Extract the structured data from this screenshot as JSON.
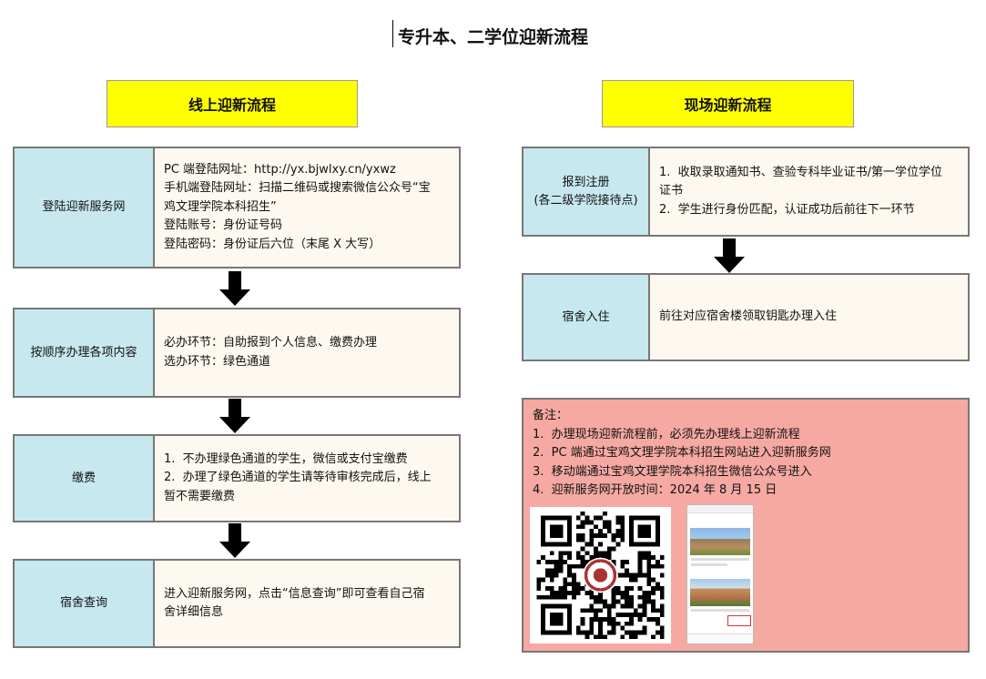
{
  "page": {
    "title": "专升本、二学位迎新流程"
  },
  "online": {
    "header": "线上迎新流程",
    "steps": [
      {
        "label": "登陆迎新服务网",
        "lines": [
          "PC 端登陆网址：http://yx.bjwlxy.cn/yxwz",
          "手机端登陆网址：扫描二维码或搜索微信公众号“宝",
          "鸡文理学院本科招生”",
          "登陆账号：身份证号码",
          "登陆密码：身份证后六位（末尾 X 大写）"
        ]
      },
      {
        "label": "按顺序办理各项内容",
        "lines": [
          "必办环节：自助报到个人信息、缴费办理",
          "选办环节：绿色通道"
        ]
      },
      {
        "label": "缴费",
        "lines": [
          "1.  不办理绿色通道的学生，微信或支付宝缴费",
          "2.  办理了绿色通道的学生请等待审核完成后，线上",
          "暂不需要缴费"
        ]
      },
      {
        "label": "宿舍查询",
        "lines": [
          "进入迎新服务网，点击“信息查询”即可查看自己宿",
          "舍详细信息"
        ]
      }
    ]
  },
  "onsite": {
    "header": "现场迎新流程",
    "steps": [
      {
        "label": "报到注册",
        "sublabel": "(各二级学院接待点)",
        "lines": [
          "1.  收取录取通知书、查验专科毕业证书/第一学位学位",
          "证书",
          "2.  学生进行身份匹配，认证成功后前往下一环节"
        ]
      },
      {
        "label": "宿舍入住",
        "lines": [
          "前往对应宿舍楼领取钥匙办理入住"
        ]
      }
    ]
  },
  "notes": {
    "title": "备注：",
    "lines": [
      "1.  办理现场迎新流程前，必须先办理线上迎新流程",
      "2.  PC 端通过宝鸡文理学院本科招生网站进入迎新服务网",
      "3.  移动端通过宝鸡文理学院本科招生微信公众号进入",
      "4.  迎新服务网开放时间：2024 年 8 月 15 日"
    ]
  },
  "colors": {
    "header_bg": "#ffff00",
    "label_bg": "#c7e8ee",
    "content_bg": "#fdf9f0",
    "note_bg": "#f5a9a2"
  },
  "icons": [
    "arrow-down-icon",
    "qr-code-image",
    "phone-screenshot-image"
  ]
}
